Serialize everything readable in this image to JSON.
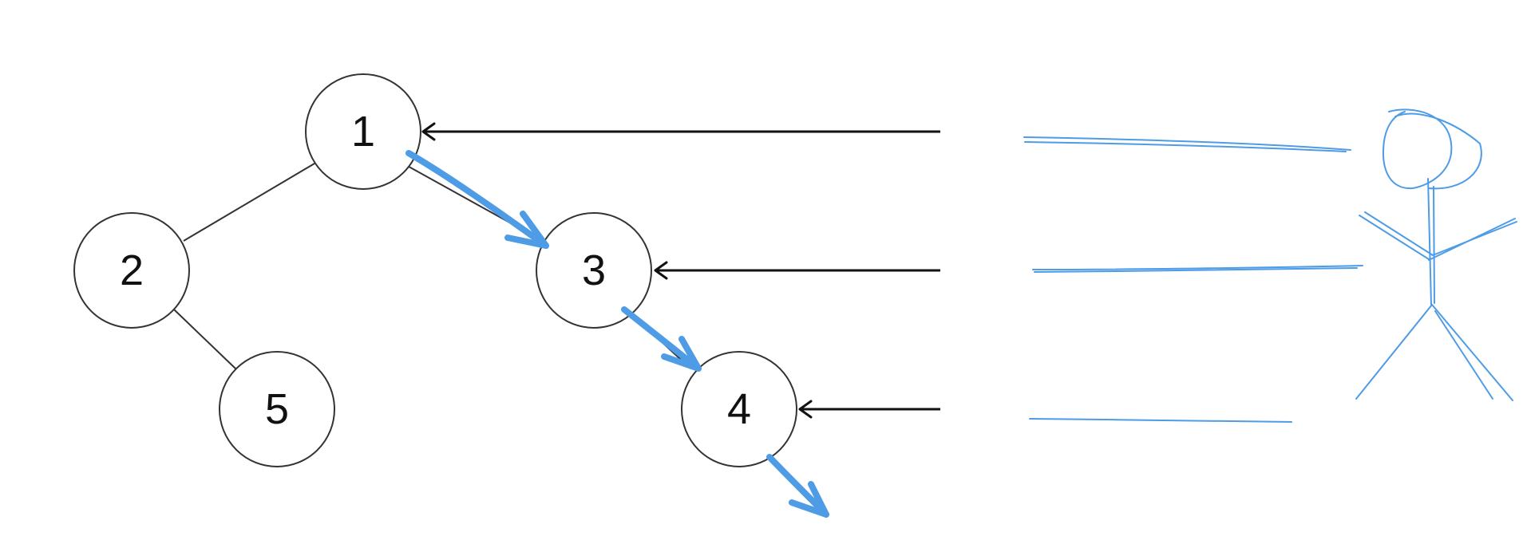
{
  "colors": {
    "node_stroke": "#333333",
    "pointer": "#111111",
    "sketch_blue": "#4e9be6"
  },
  "tree": {
    "nodes": [
      {
        "id": "1",
        "label": "1"
      },
      {
        "id": "2",
        "label": "2"
      },
      {
        "id": "3",
        "label": "3"
      },
      {
        "id": "4",
        "label": "4"
      },
      {
        "id": "5",
        "label": "5"
      }
    ],
    "edges": [
      {
        "from": "1",
        "to": "2"
      },
      {
        "from": "1",
        "to": "3"
      },
      {
        "from": "2",
        "to": "5"
      },
      {
        "from": "3",
        "to": "4"
      }
    ],
    "right_side_pointers_to": [
      "1",
      "3",
      "4"
    ],
    "blue_path": [
      "1",
      "3",
      "4"
    ]
  },
  "icons": {
    "observer": "stick-figure-icon"
  }
}
